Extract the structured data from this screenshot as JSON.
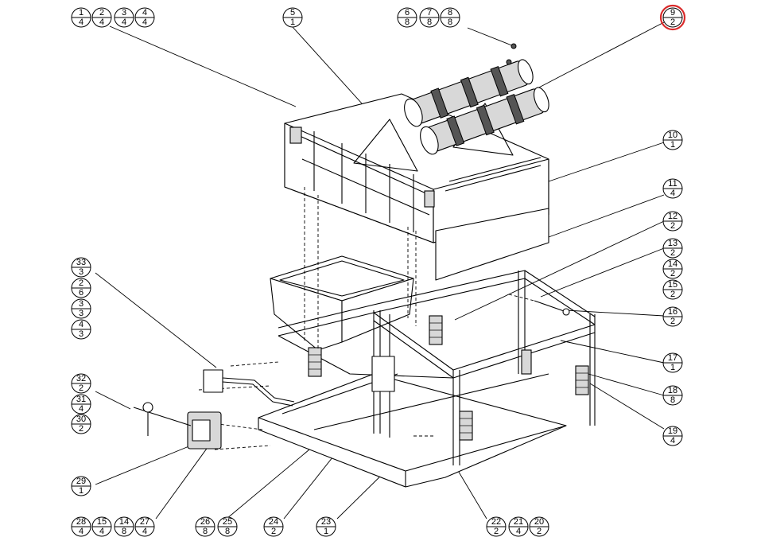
{
  "highlight_color": "#d92b2b",
  "balloons": [
    {
      "id": "b1",
      "top": "1",
      "bottom": "4"
    },
    {
      "id": "b2",
      "top": "2",
      "bottom": "4"
    },
    {
      "id": "b3",
      "top": "3",
      "bottom": "4"
    },
    {
      "id": "b4",
      "top": "4",
      "bottom": "4"
    },
    {
      "id": "b5",
      "top": "5",
      "bottom": "1"
    },
    {
      "id": "b6",
      "top": "6",
      "bottom": "8"
    },
    {
      "id": "b7",
      "top": "7",
      "bottom": "8"
    },
    {
      "id": "b8",
      "top": "8",
      "bottom": "8"
    },
    {
      "id": "b9",
      "top": "9",
      "bottom": "2",
      "highlighted": true
    },
    {
      "id": "b10",
      "top": "10",
      "bottom": "1"
    },
    {
      "id": "b11",
      "top": "11",
      "bottom": "4"
    },
    {
      "id": "b12",
      "top": "12",
      "bottom": "2"
    },
    {
      "id": "b13",
      "top": "13",
      "bottom": "2"
    },
    {
      "id": "b14",
      "top": "14",
      "bottom": "2"
    },
    {
      "id": "b15",
      "top": "15",
      "bottom": "2"
    },
    {
      "id": "b16",
      "top": "16",
      "bottom": "2"
    },
    {
      "id": "b17",
      "top": "17",
      "bottom": "1"
    },
    {
      "id": "b18",
      "top": "18",
      "bottom": "8"
    },
    {
      "id": "b19",
      "top": "19",
      "bottom": "4"
    },
    {
      "id": "b20",
      "top": "20",
      "bottom": "2"
    },
    {
      "id": "b21",
      "top": "21",
      "bottom": "4"
    },
    {
      "id": "b22",
      "top": "22",
      "bottom": "2"
    },
    {
      "id": "b23",
      "top": "23",
      "bottom": "1"
    },
    {
      "id": "b24",
      "top": "24",
      "bottom": "2"
    },
    {
      "id": "b25",
      "top": "25",
      "bottom": "8"
    },
    {
      "id": "b26",
      "top": "26",
      "bottom": "8"
    },
    {
      "id": "b27",
      "top": "27",
      "bottom": "4"
    },
    {
      "id": "b14b",
      "top": "14",
      "bottom": "8"
    },
    {
      "id": "b15b",
      "top": "15",
      "bottom": "4"
    },
    {
      "id": "b28",
      "top": "28",
      "bottom": "4"
    },
    {
      "id": "b29",
      "top": "29",
      "bottom": "1"
    },
    {
      "id": "b30",
      "top": "30",
      "bottom": "2"
    },
    {
      "id": "b31",
      "top": "31",
      "bottom": "4"
    },
    {
      "id": "b32",
      "top": "32",
      "bottom": "2"
    },
    {
      "id": "b33",
      "top": "33",
      "bottom": "3"
    },
    {
      "id": "b33b",
      "top": "2",
      "bottom": "6"
    },
    {
      "id": "b33c",
      "top": "3",
      "bottom": "3"
    },
    {
      "id": "b33d",
      "top": "4",
      "bottom": "3"
    }
  ]
}
